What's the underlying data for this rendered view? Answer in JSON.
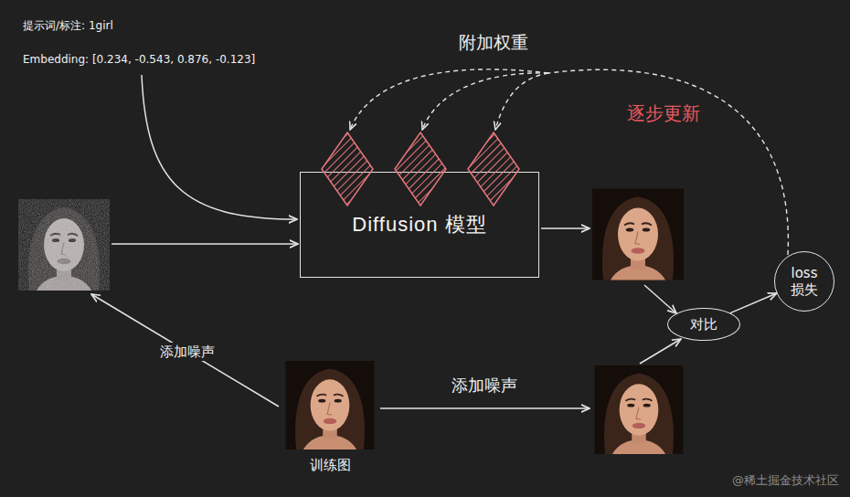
{
  "diagram": {
    "nodes": [
      {
        "text": [
          "Diffusion 模型"
        ]
      },
      {
        "text": [
          "loss",
          "损失"
        ]
      },
      {
        "text": [
          "对比"
        ]
      },
      {
        "text": [
          "训练图"
        ]
      }
    ],
    "edges": [
      {
        "from": 2,
        "to": 1,
        "arrow": "to"
      }
    ],
    "labels": [
      "提示词/标注: 1girl",
      "Embedding: [0.234, -0.543, 0.876, -0.123]",
      "附加权重",
      "逐步更新",
      "添加噪声",
      "添加噪声",
      "@稀土掘金技术社区"
    ]
  }
}
